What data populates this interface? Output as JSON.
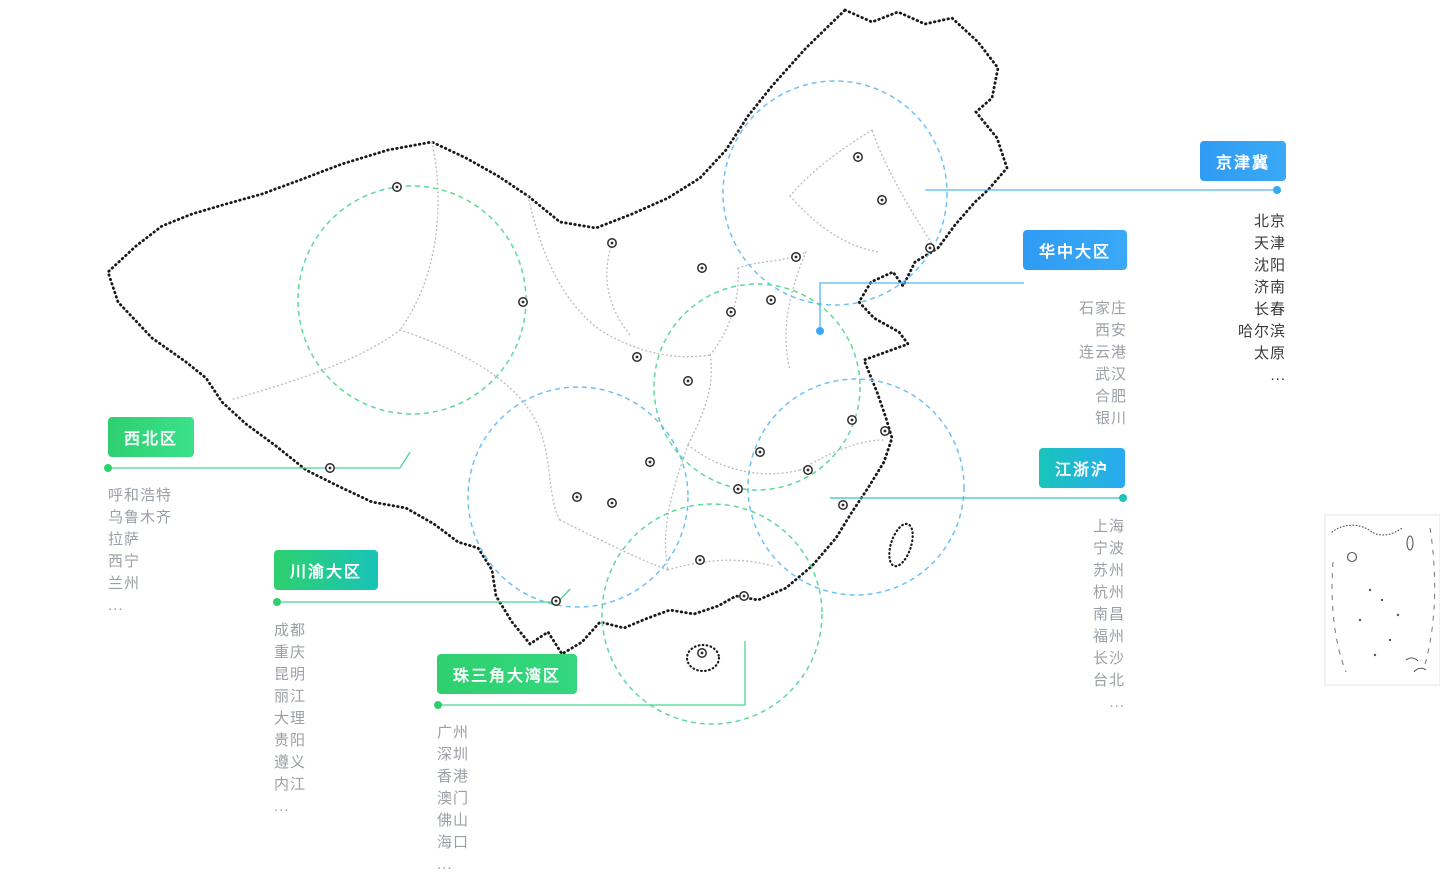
{
  "colors": {
    "blue_accent": "#2f9bf4",
    "teal_accent": "#1ec2bb",
    "green_accent": "#2ed06e",
    "map_border": "#1a1a1a",
    "province_border": "#bdbdbd",
    "circle_blue": "#6ec1f5",
    "circle_green": "#5fd89a",
    "city_text_dark": "#3a3a3a",
    "city_text_gray": "#9aa0a6"
  },
  "regions": [
    {
      "id": "jingjinji",
      "label": "京津冀",
      "accent": "#2f9bf4",
      "badge_css": "background:linear-gradient(90deg,#2f9bf4,#3aa9f6)",
      "cities": [
        "北京",
        "天津",
        "沈阳",
        "济南",
        "长春",
        "哈尔滨",
        "太原",
        "..."
      ]
    },
    {
      "id": "huazhong",
      "label": "华中大区",
      "accent": "#2f9bf4",
      "badge_css": "background:linear-gradient(90deg,#2f9bf4,#3aa9f6)",
      "cities": [
        "石家庄",
        "西安",
        "连云港",
        "武汉",
        "合肥",
        "银川"
      ]
    },
    {
      "id": "jiangzhehu",
      "label": "江浙沪",
      "accent": "#1ec2bb",
      "badge_css": "background:linear-gradient(90deg,#18c5ba,#2aa9f2)",
      "cities": [
        "上海",
        "宁波",
        "苏州",
        "杭州",
        "南昌",
        "福州",
        "长沙",
        "台北",
        "..."
      ]
    },
    {
      "id": "xibei",
      "label": "西北区",
      "accent": "#2ed06e",
      "badge_css": "background:linear-gradient(90deg,#2ed06e,#3be08b)",
      "cities": [
        "呼和浩特",
        "乌鲁木齐",
        "拉萨",
        "西宁",
        "兰州",
        "..."
      ]
    },
    {
      "id": "chuanyu",
      "label": "川渝大区",
      "accent": "#2ed06e",
      "badge_css": "background:linear-gradient(90deg,#2ed06e,#19c3b8)",
      "cities": [
        "成都",
        "重庆",
        "昆明",
        "丽江",
        "大理",
        "贵阳",
        "遵义",
        "内江",
        "..."
      ]
    },
    {
      "id": "zhusanjiao",
      "label": "珠三角大湾区",
      "accent": "#2ed06e",
      "badge_css": "background:linear-gradient(90deg,#2ed06e,#34d77e)",
      "cities": [
        "广州",
        "深圳",
        "香港",
        "澳门",
        "佛山",
        "海口",
        "..."
      ]
    }
  ]
}
